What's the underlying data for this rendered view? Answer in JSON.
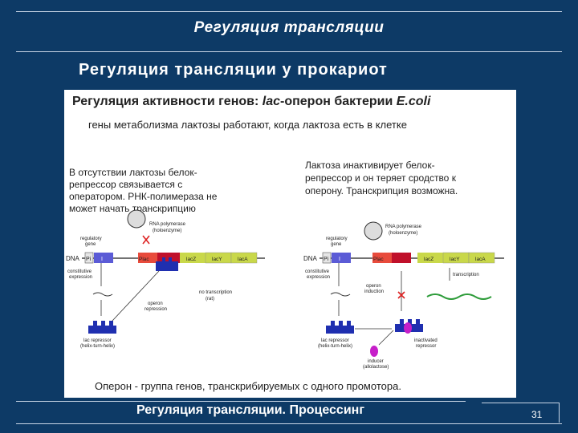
{
  "header": {
    "title": "Регуляция трансляции",
    "subtitle": "Регуляция трансляции у прокариот"
  },
  "figure": {
    "heading_prefix": "Регуляция активности генов: ",
    "heading_lac": "lac",
    "heading_mid": "-оперон бактерии ",
    "heading_species": "E.coli",
    "line2": "гены метаболизма лактозы работают, когда лактоза есть в клетке",
    "left_text": [
      "В отсутствии лактозы белок-",
      "репрессор связывается с",
      "оператором. РНК-полимераза не",
      "может начать транскрипцию"
    ],
    "right_text": [
      "Лактоза инактивирует белок-",
      "репрессор и он теряет сродство к",
      "оперону. Транскрипция возможна."
    ],
    "footer": "Оперон - группа генов, транскрибируемых с одного промотора.",
    "labels": {
      "rna_pol": "RNA polymerase",
      "holo": "(holoenzyme)",
      "reg_gene_1": "regulatory",
      "reg_gene_2": "gene",
      "dna": "DNA",
      "pi": "Pi",
      "i": "I",
      "plac": "Plac",
      "lacz": "lacZ",
      "lacy": "lacY",
      "laca": "lacA",
      "constitutive_1": "constitutive",
      "constitutive_2": "expression",
      "no_tx_1": "no transcription",
      "no_tx_2": "(rat)",
      "op_rep_1": "operon",
      "op_rep_2": "repression",
      "lac_rep_1": "lac repressor",
      "lac_rep_2": "(helix-turn-helix)",
      "transcription": "transcription",
      "op_ind_1": "operon",
      "op_ind_2": "induction",
      "inact_1": "inactivated",
      "inact_2": "repressor",
      "inducer_1": "inducer",
      "inducer_2": "(allolactose)"
    }
  },
  "footer": {
    "caption": "Регуляция трансляции. Процессинг",
    "slide_number": "31"
  },
  "colors": {
    "background": "#0d3a66",
    "gene_i": "#5b5bd6",
    "promoter": "#e84b3c",
    "operator": "#c0102a",
    "lac_genes": "#c9d84a",
    "repressor": "#1f2fb0",
    "inducer": "#c61fc9",
    "mrna": "#2e9c3a"
  }
}
